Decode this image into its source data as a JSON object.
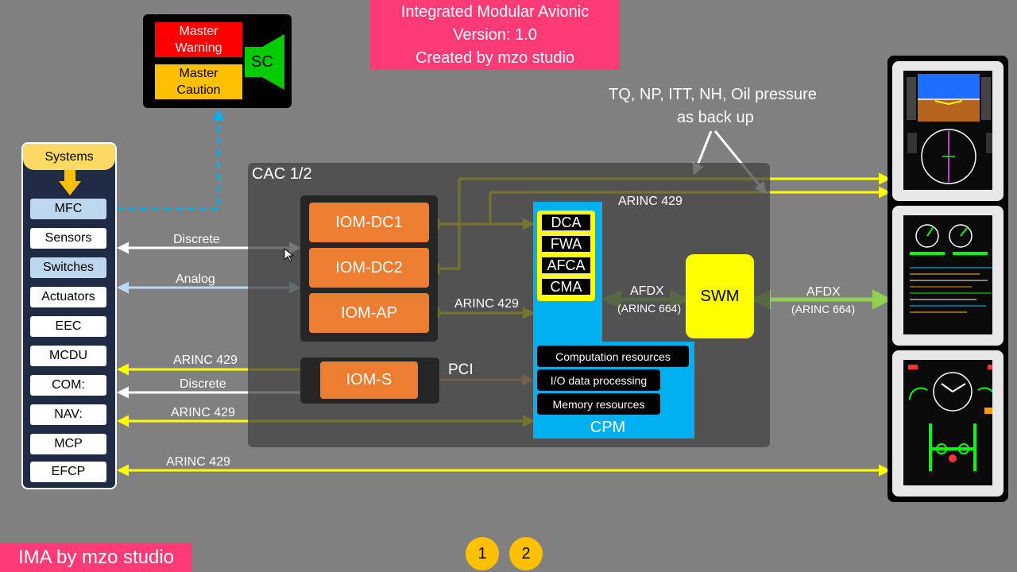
{
  "header": {
    "line1": "Integrated Modular Avionic",
    "line2": "Version: 1.0",
    "line3": "Created by mzo studio"
  },
  "warning_panel": {
    "master_warning": "Master Warning",
    "master_caution": "Master Caution",
    "sc": "SC"
  },
  "systems": {
    "title": "Systems",
    "items": [
      "MFC",
      "Sensors",
      "Switches",
      "Actuators",
      "EEC",
      "MCDU",
      "COM:",
      "NAV:",
      "MCP",
      "EFCP"
    ]
  },
  "cac": {
    "title": "CAC 1/2",
    "iom": [
      "IOM-DC1",
      "IOM-DC2",
      "IOM-AP"
    ],
    "ioms": "IOM-S",
    "pci": "PCI",
    "cpm_top": [
      "DCA",
      "FWA",
      "AFCA",
      "CMA"
    ],
    "cpm_res": [
      "Computation resources",
      "I/O data processing",
      "Memory resources"
    ],
    "cpm": "CPM",
    "swm": "SWM"
  },
  "labels": {
    "discrete1": "Discrete",
    "analog": "Analog",
    "arinc_ioms": "ARINC 429",
    "discrete2": "Discrete",
    "arinc_nav": "ARINC 429",
    "arinc_efcp": "ARINC 429",
    "arinc_ap": "ARINC 429",
    "arinc_top": "ARINC 429",
    "afdx_left": "AFDX",
    "afdx_left_sub": "(ARINC 664)",
    "afdx_right": "AFDX",
    "afdx_right_sub": "(ARINC 664)",
    "backup_line1": "TQ, NP, ITT, NH, Oil pressure",
    "backup_line2": "as back up"
  },
  "footer": {
    "brand": "IMA by mzo studio",
    "pages": [
      "1",
      "2"
    ]
  },
  "colors": {
    "arinc": "#ffff00",
    "afdx": "#92d050",
    "discrete": "#ffffff",
    "analog": "#bdd7ee",
    "mfc_link": "#00b0f0",
    "pci": "#f4b183"
  }
}
